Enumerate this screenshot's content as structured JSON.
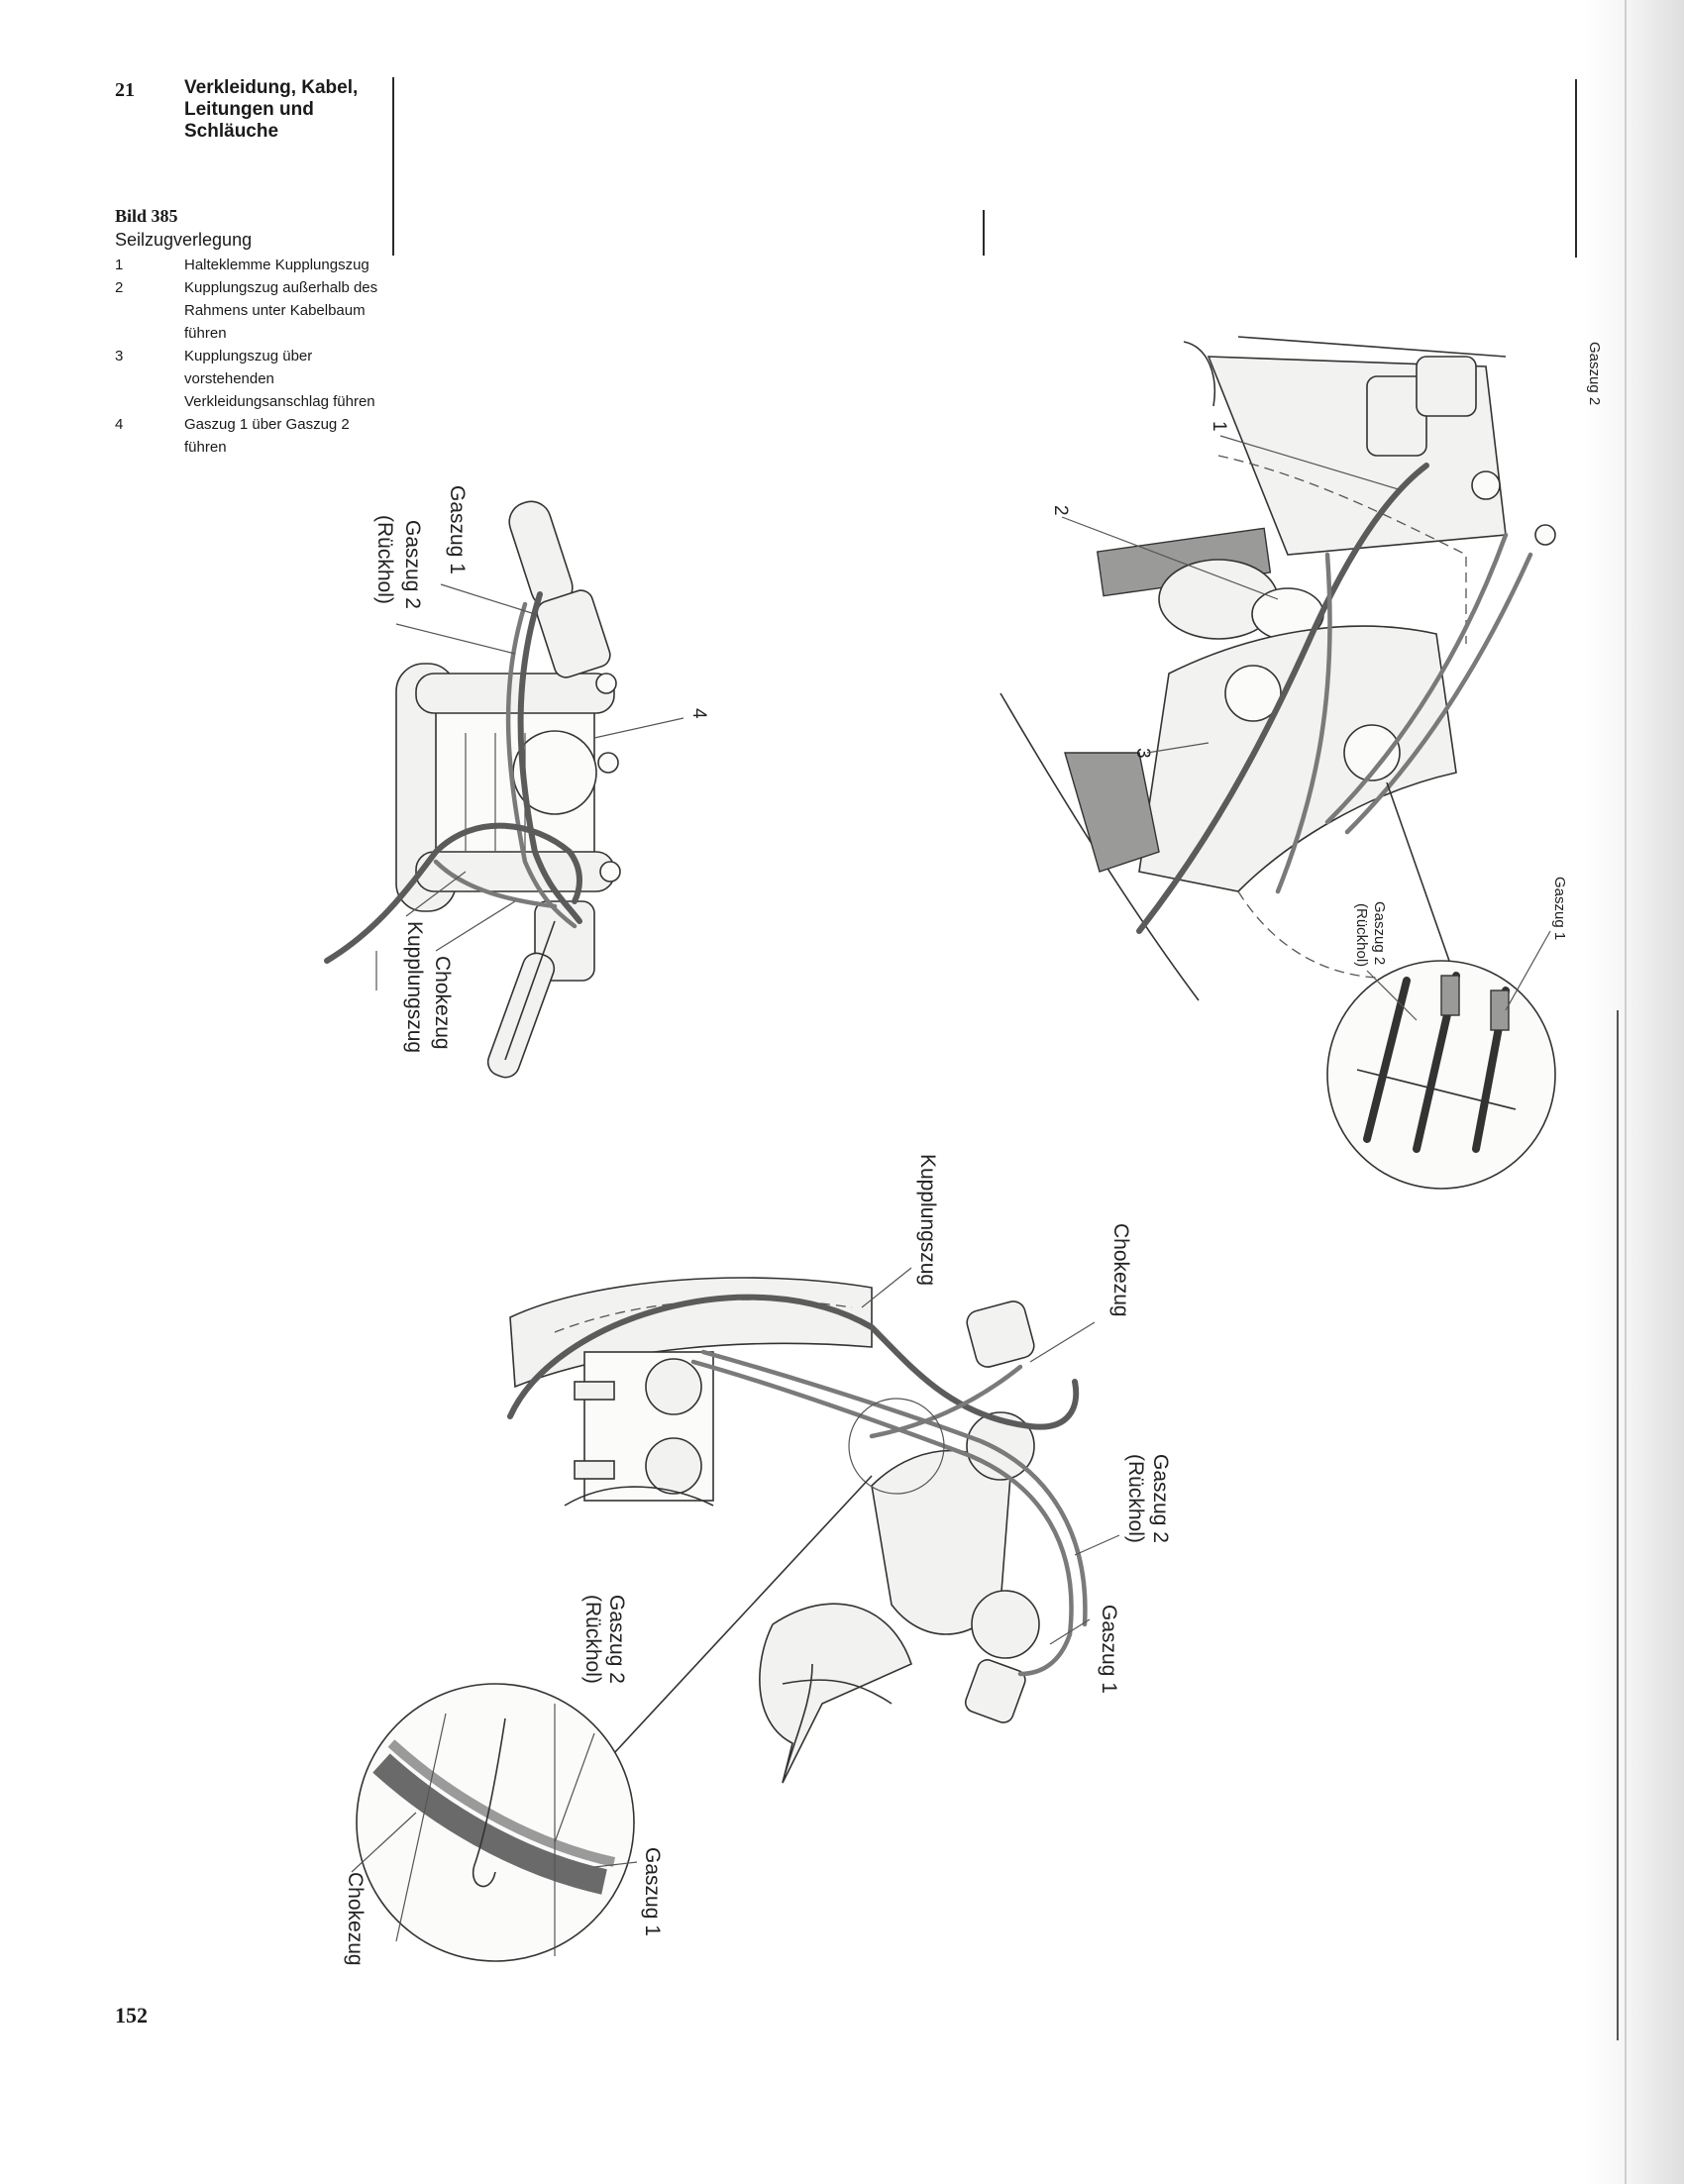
{
  "chapter": {
    "number": "21",
    "title": "Verkleidung, Kabel, Leitungen und Schläuche"
  },
  "figure": {
    "title": "Bild 385",
    "subtitle": "Seilzugverlegung",
    "legend": [
      {
        "num": "1",
        "text": "Halteklemme Kupplungszug"
      },
      {
        "num": "2",
        "text": "Kupplungszug außerhalb des Rahmens unter Kabelbaum führen"
      },
      {
        "num": "3",
        "text": "Kupplungszug über vorstehenden Verkleidungsanschlag führen"
      },
      {
        "num": "4",
        "text": "Gaszug 1 über Gaszug 2 führen"
      }
    ]
  },
  "labels": {
    "gaszug1": "Gaszug 1",
    "gaszug2": "Gaszug 2",
    "rueckhol": "(Rückhol)",
    "chokezug": "Chokezug",
    "kupplungszug": "Kupplungszug",
    "callout1": "1",
    "callout2": "2",
    "callout3": "3",
    "callout4": "4"
  },
  "page_number": "152"
}
